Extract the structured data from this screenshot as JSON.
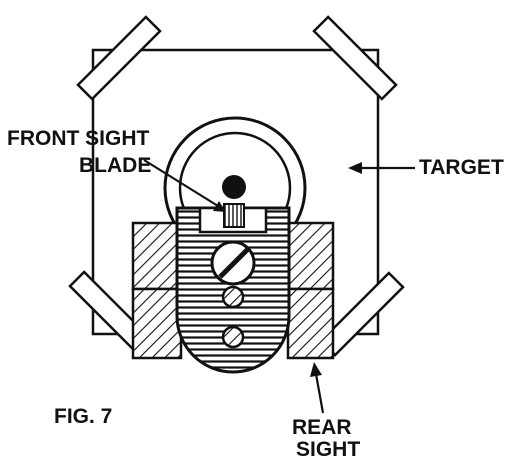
{
  "labels": {
    "front_sight_line1": "FRONT SIGHT",
    "front_sight_line2": "BLADE",
    "target": "TARGET",
    "figure": "FIG. 7",
    "rear_sight_line1": "REAR",
    "rear_sight_line2": "SIGHT"
  },
  "colors": {
    "ink": "#111111",
    "paper": "#ffffff"
  }
}
